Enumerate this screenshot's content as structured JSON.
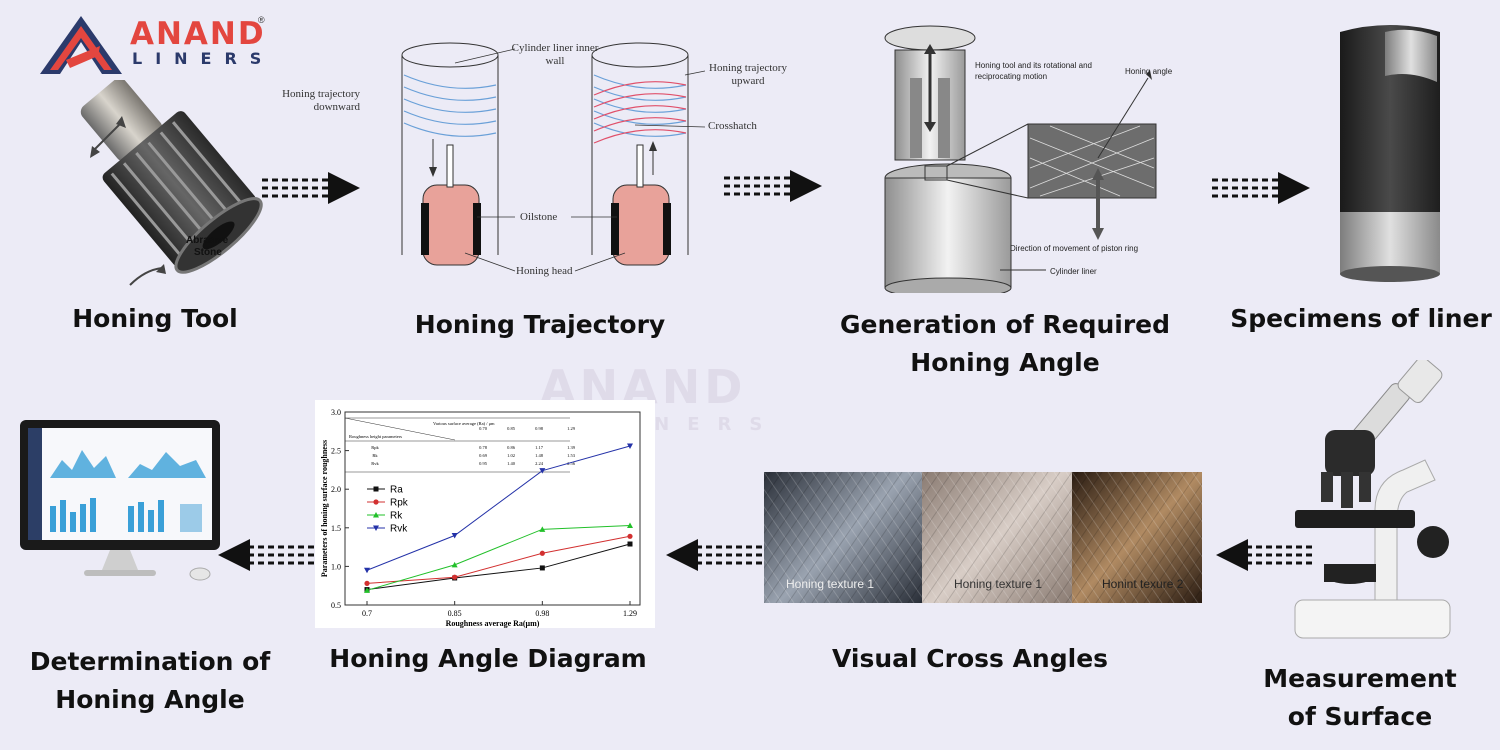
{
  "logo": {
    "name": "ANAND",
    "sub": "LINERS",
    "reg": "®"
  },
  "steps": [
    {
      "id": "tool",
      "caption": "Honing Tool"
    },
    {
      "id": "trajectory",
      "caption": "Honing Trajectory"
    },
    {
      "id": "generation",
      "caption_lines": [
        "Generation of Required",
        "Honing Angle"
      ]
    },
    {
      "id": "specimens",
      "caption": "Specimens of liner"
    },
    {
      "id": "measurement",
      "caption_lines": [
        "Measurement",
        "of Surface"
      ]
    },
    {
      "id": "visual",
      "caption": "Visual Cross Angles"
    },
    {
      "id": "diagram",
      "caption": "Honing Angle Diagram"
    },
    {
      "id": "determination",
      "caption_lines": [
        "Determination of",
        "Honing Angle"
      ]
    }
  ],
  "tool_labels": {
    "abrasive": "Abrasive",
    "stone": "Stone"
  },
  "trajectory_labels": {
    "downward": "Honing trajectory downward",
    "wall": "Cylinder liner inner wall",
    "upward": "Honing trajectory upward",
    "crosshatch": "Crosshatch",
    "oilstone": "Oilstone",
    "head": "Honing head"
  },
  "generation_labels": {
    "tool": "Honing tool and its rotational and reciprocating motion",
    "angle": "Honing angle",
    "direction": "Direction of movement of piston ring",
    "liner": "Cylinder liner"
  },
  "textures": [
    {
      "label": "Honing texture 1",
      "color1": "#2a2f38",
      "color2": "#9aa3b0"
    },
    {
      "label": "Honing texture 1",
      "color1": "#8a7b72",
      "color2": "#d8cdc6"
    },
    {
      "label": "Honint texure 2",
      "color1": "#2a1c12",
      "color2": "#b08a62"
    }
  ],
  "chart_data": {
    "type": "line",
    "xlabel": "Roughness average Ra(μm)",
    "ylabel": "Parameters of honing surface roughness",
    "categories": [
      "0.7",
      "0.85",
      "0.98",
      "1.29"
    ],
    "ylim": [
      0.5,
      3.0
    ],
    "yticks": [
      "0.5",
      "1.0",
      "1.5",
      "2.0",
      "2.5",
      "3.0"
    ],
    "series": [
      {
        "name": "Ra",
        "color": "#111111",
        "marker": "square",
        "values": [
          0.7,
          0.85,
          0.98,
          1.29
        ]
      },
      {
        "name": "Rpk",
        "color": "#d23030",
        "marker": "circle",
        "values": [
          0.78,
          0.86,
          1.17,
          1.39
        ]
      },
      {
        "name": "Rk",
        "color": "#22c02a",
        "marker": "triangle-up",
        "values": [
          0.69,
          1.02,
          1.48,
          1.53
        ]
      },
      {
        "name": "Rvk",
        "color": "#2432a8",
        "marker": "triangle-down",
        "values": [
          0.95,
          1.4,
          2.24,
          2.56
        ]
      }
    ],
    "table": {
      "header_top": "Various surface average (Ra) / μm",
      "header_left": "Roughness height parameters",
      "cols": [
        "0.70",
        "0.85",
        "0.98",
        "1.29"
      ],
      "rows": [
        {
          "name": "Rpk",
          "values": [
            "0.78",
            "0.86",
            "1.17",
            "1.39"
          ]
        },
        {
          "name": "Rk",
          "values": [
            "0.69",
            "1.02",
            "1.48",
            "1.53"
          ]
        },
        {
          "name": "Rvk",
          "values": [
            "0.95",
            "1.40",
            "2.24",
            "2.56"
          ]
        }
      ]
    }
  }
}
